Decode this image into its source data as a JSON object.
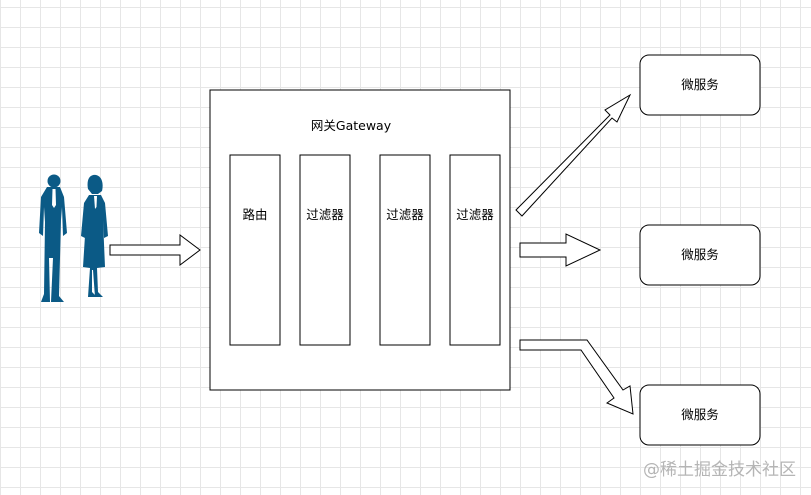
{
  "gateway": {
    "title": "网关Gateway",
    "modules": [
      "路由",
      "过滤器",
      "过滤器",
      "过滤器"
    ]
  },
  "services": [
    "微服务",
    "微服务",
    "微服务"
  ],
  "users_icon": "users-icon",
  "watermark": "@稀土掘金技术社区",
  "colors": {
    "stroke": "#000000",
    "person": "#0b5a86",
    "watermark": "#b5b5b5"
  }
}
